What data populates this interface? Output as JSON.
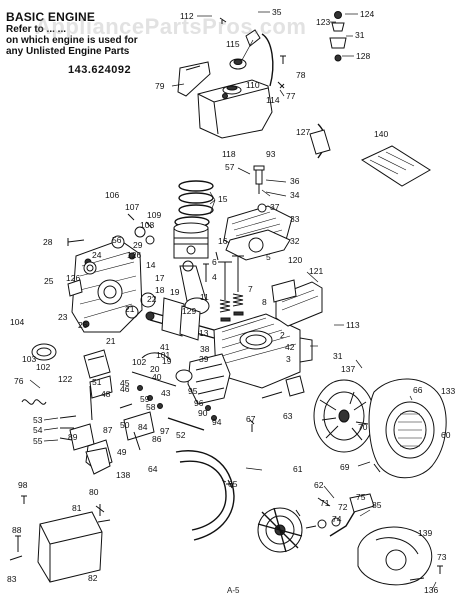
{
  "header": {
    "title": "BASIC ENGINE",
    "note_lines": [
      "Refer to ... ...",
      "on which engine is used for",
      "any Unlisted Engine Parts"
    ],
    "model_number": "143.624092"
  },
  "watermark": "AppliancePartsPros.com",
  "footer_code": "A-5",
  "part_labels": [
    {
      "id": "l112",
      "text": "112"
    },
    {
      "id": "l35",
      "text": "35"
    },
    {
      "id": "l124",
      "text": "124"
    },
    {
      "id": "l123",
      "text": "123"
    },
    {
      "id": "l31",
      "text": "31"
    },
    {
      "id": "l128",
      "text": "128"
    },
    {
      "id": "l115",
      "text": "115"
    },
    {
      "id": "l78",
      "text": "78"
    },
    {
      "id": "l79",
      "text": "79"
    },
    {
      "id": "l110",
      "text": "110"
    },
    {
      "id": "l77",
      "text": "77"
    },
    {
      "id": "l114",
      "text": "114"
    },
    {
      "id": "l127",
      "text": "127"
    },
    {
      "id": "l140",
      "text": "140"
    },
    {
      "id": "l118",
      "text": "118"
    },
    {
      "id": "l93",
      "text": "93"
    },
    {
      "id": "l57",
      "text": "57"
    },
    {
      "id": "l36",
      "text": "36"
    },
    {
      "id": "l34",
      "text": "34"
    },
    {
      "id": "l37",
      "text": "37"
    },
    {
      "id": "l33",
      "text": "33"
    },
    {
      "id": "l32",
      "text": "32"
    },
    {
      "id": "l106",
      "text": "106"
    },
    {
      "id": "l107",
      "text": "107"
    },
    {
      "id": "l109",
      "text": "109"
    },
    {
      "id": "l108",
      "text": "108"
    },
    {
      "id": "l56",
      "text": "56"
    },
    {
      "id": "l29",
      "text": "29"
    },
    {
      "id": "l15",
      "text": "15"
    },
    {
      "id": "l28",
      "text": "28"
    },
    {
      "id": "l24",
      "text": "24"
    },
    {
      "id": "l16",
      "text": "16"
    },
    {
      "id": "l14",
      "text": "14"
    },
    {
      "id": "l17",
      "text": "17"
    },
    {
      "id": "l18",
      "text": "18"
    },
    {
      "id": "l19",
      "text": "19"
    },
    {
      "id": "l6",
      "text": "6"
    },
    {
      "id": "l4",
      "text": "4"
    },
    {
      "id": "l5",
      "text": "5"
    },
    {
      "id": "l120",
      "text": "120"
    },
    {
      "id": "l121",
      "text": "121"
    },
    {
      "id": "l126a",
      "text": "126"
    },
    {
      "id": "l126b",
      "text": "126"
    },
    {
      "id": "l25",
      "text": "25"
    },
    {
      "id": "l22",
      "text": "22"
    },
    {
      "id": "l21",
      "text": "21"
    },
    {
      "id": "l23",
      "text": "23"
    },
    {
      "id": "l26",
      "text": "26"
    },
    {
      "id": "l11",
      "text": "11"
    },
    {
      "id": "l129",
      "text": "129"
    },
    {
      "id": "l7",
      "text": "7"
    },
    {
      "id": "l8",
      "text": "8"
    },
    {
      "id": "l113",
      "text": "113"
    },
    {
      "id": "l104",
      "text": "104"
    },
    {
      "id": "l103",
      "text": "103"
    },
    {
      "id": "l13",
      "text": "13"
    },
    {
      "id": "l38",
      "text": "38"
    },
    {
      "id": "l2",
      "text": "2"
    },
    {
      "id": "l42",
      "text": "42"
    },
    {
      "id": "l21b",
      "text": "21"
    },
    {
      "id": "l41",
      "text": "41"
    },
    {
      "id": "l102a",
      "text": "102"
    },
    {
      "id": "l102b",
      "text": "102"
    },
    {
      "id": "l122",
      "text": "122"
    },
    {
      "id": "l101",
      "text": "101"
    },
    {
      "id": "l19b",
      "text": "19"
    },
    {
      "id": "l39",
      "text": "39"
    },
    {
      "id": "l20",
      "text": "20"
    },
    {
      "id": "l3",
      "text": "3"
    },
    {
      "id": "l31b",
      "text": "31"
    },
    {
      "id": "l137",
      "text": "137"
    },
    {
      "id": "l76",
      "text": "76"
    },
    {
      "id": "l51",
      "text": "51"
    },
    {
      "id": "l45",
      "text": "45"
    },
    {
      "id": "l40",
      "text": "40"
    },
    {
      "id": "l48",
      "text": "48"
    },
    {
      "id": "l46",
      "text": "46"
    },
    {
      "id": "l59",
      "text": "59"
    },
    {
      "id": "l43",
      "text": "43"
    },
    {
      "id": "l58",
      "text": "58"
    },
    {
      "id": "l95",
      "text": "95"
    },
    {
      "id": "l96",
      "text": "96"
    },
    {
      "id": "l90",
      "text": "90"
    },
    {
      "id": "l94",
      "text": "94"
    },
    {
      "id": "l66",
      "text": "66"
    },
    {
      "id": "l133",
      "text": "133"
    },
    {
      "id": "l53",
      "text": "53"
    },
    {
      "id": "l54",
      "text": "54"
    },
    {
      "id": "l55",
      "text": "55"
    },
    {
      "id": "l89",
      "text": "89"
    },
    {
      "id": "l50",
      "text": "50"
    },
    {
      "id": "l87",
      "text": "87"
    },
    {
      "id": "l84",
      "text": "84"
    },
    {
      "id": "l86",
      "text": "86"
    },
    {
      "id": "l49",
      "text": "49"
    },
    {
      "id": "l97",
      "text": "97"
    },
    {
      "id": "l52",
      "text": "52"
    },
    {
      "id": "l67",
      "text": "67"
    },
    {
      "id": "l63",
      "text": "63"
    },
    {
      "id": "l70",
      "text": "70"
    },
    {
      "id": "l60",
      "text": "60"
    },
    {
      "id": "l138",
      "text": "138"
    },
    {
      "id": "l64",
      "text": "64"
    },
    {
      "id": "l69",
      "text": "69"
    },
    {
      "id": "l61",
      "text": "61"
    },
    {
      "id": "l65",
      "text": "65"
    },
    {
      "id": "l98",
      "text": "98"
    },
    {
      "id": "l80",
      "text": "80"
    },
    {
      "id": "l81",
      "text": "81"
    },
    {
      "id": "l62",
      "text": "62"
    },
    {
      "id": "l75",
      "text": "75"
    },
    {
      "id": "l71",
      "text": "71"
    },
    {
      "id": "l72",
      "text": "72"
    },
    {
      "id": "l85",
      "text": "85"
    },
    {
      "id": "l74",
      "text": "74"
    },
    {
      "id": "l88",
      "text": "88"
    },
    {
      "id": "l139",
      "text": "139"
    },
    {
      "id": "l82",
      "text": "82"
    },
    {
      "id": "l83",
      "text": "83"
    },
    {
      "id": "l73",
      "text": "73"
    },
    {
      "id": "l136",
      "text": "136"
    }
  ]
}
